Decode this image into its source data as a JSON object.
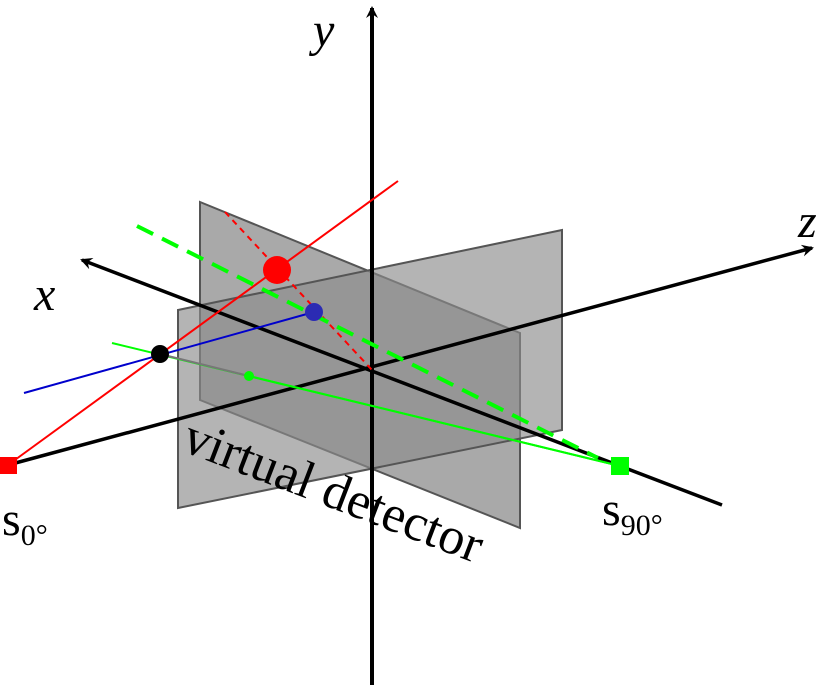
{
  "axes": {
    "x_label": "x",
    "y_label": "y",
    "z_label": "z"
  },
  "sources": {
    "s0": {
      "base": "s",
      "subscript": "0°",
      "color": "#ff0000"
    },
    "s90": {
      "base": "s",
      "subscript": "90°",
      "color": "#00ff00"
    }
  },
  "detector": {
    "label": "virtual detector",
    "plane_fill": "#8c8c8c"
  },
  "colors": {
    "red": "#ff0000",
    "green": "#00ff00",
    "blue": "#0000cc",
    "blue_point": "#2b2bb3",
    "black": "#000000"
  }
}
